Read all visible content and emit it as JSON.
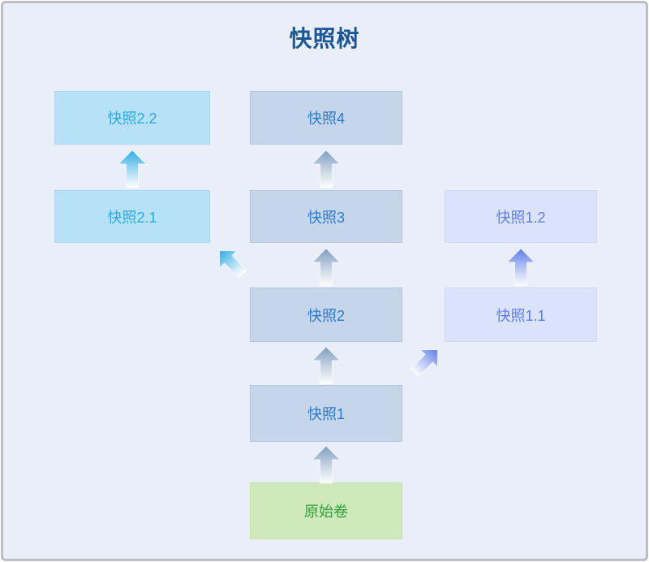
{
  "page": {
    "title": "快照树"
  },
  "colors": {
    "canvas_bg": "#e9eef8",
    "frame_border": "#bcbec4",
    "title_text": "#1b5795",
    "steel_fill": "#c5d5ea",
    "steel_border": "#b2c5db",
    "steel_text": "#2a7bd0",
    "steel_arrow": "#7e9dc0",
    "cyan_fill": "#b7e1f7",
    "cyan_border": "#a5d7f0",
    "cyan_text": "#29a9e2",
    "cyan_arrow": "#29abe2",
    "lavender_fill": "#dbe3fc",
    "lavender_border": "#d0daf8",
    "lavender_text": "#5e7de6",
    "lavender_arrow": "#5b7ce8",
    "green_fill": "#cfe9ba",
    "green_border": "#c2e0a7",
    "green_text": "#2f9e3c"
  },
  "nodes": [
    {
      "id": "snapshot-2-2",
      "label": "快照2.2",
      "variant": "cyan"
    },
    {
      "id": "snapshot-4",
      "label": "快照4",
      "variant": "steel"
    },
    {
      "id": "snapshot-2-1",
      "label": "快照2.1",
      "variant": "cyan"
    },
    {
      "id": "snapshot-3",
      "label": "快照3",
      "variant": "steel"
    },
    {
      "id": "snapshot-1-2",
      "label": "快照1.2",
      "variant": "lavender"
    },
    {
      "id": "snapshot-2",
      "label": "快照2",
      "variant": "steel"
    },
    {
      "id": "snapshot-1-1",
      "label": "快照1.1",
      "variant": "lavender"
    },
    {
      "id": "snapshot-1",
      "label": "快照1",
      "variant": "steel"
    },
    {
      "id": "origin-volume",
      "label": "原始卷",
      "variant": "green"
    }
  ],
  "edges": [
    {
      "from": "原始卷",
      "to": "快照1",
      "direction": "up",
      "color_variant": "steel"
    },
    {
      "from": "快照1",
      "to": "快照2",
      "direction": "up",
      "color_variant": "steel"
    },
    {
      "from": "快照2",
      "to": "快照3",
      "direction": "up",
      "color_variant": "steel"
    },
    {
      "from": "快照3",
      "to": "快照4",
      "direction": "up",
      "color_variant": "steel"
    },
    {
      "from": "快照2",
      "to": "快照2.1",
      "direction": "up-left",
      "color_variant": "cyan"
    },
    {
      "from": "快照2.1",
      "to": "快照2.2",
      "direction": "up",
      "color_variant": "cyan"
    },
    {
      "from": "快照1",
      "to": "快照1.1",
      "direction": "up-right",
      "color_variant": "lavender"
    },
    {
      "from": "快照1.1",
      "to": "快照1.2",
      "direction": "up",
      "color_variant": "lavender"
    }
  ]
}
